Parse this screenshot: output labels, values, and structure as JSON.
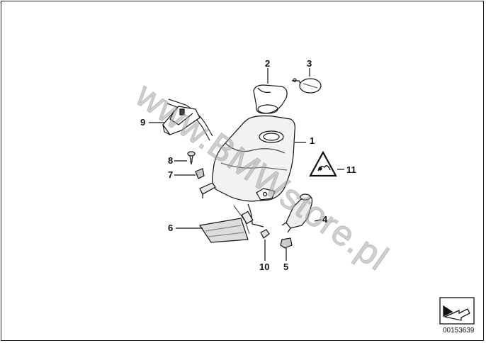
{
  "diagram": {
    "part_labels": [
      "1",
      "2",
      "3",
      "4",
      "5",
      "6",
      "7",
      "8",
      "9",
      "10",
      "11"
    ],
    "document_number": "00153639",
    "watermark": "www.BMWstore.pl"
  }
}
